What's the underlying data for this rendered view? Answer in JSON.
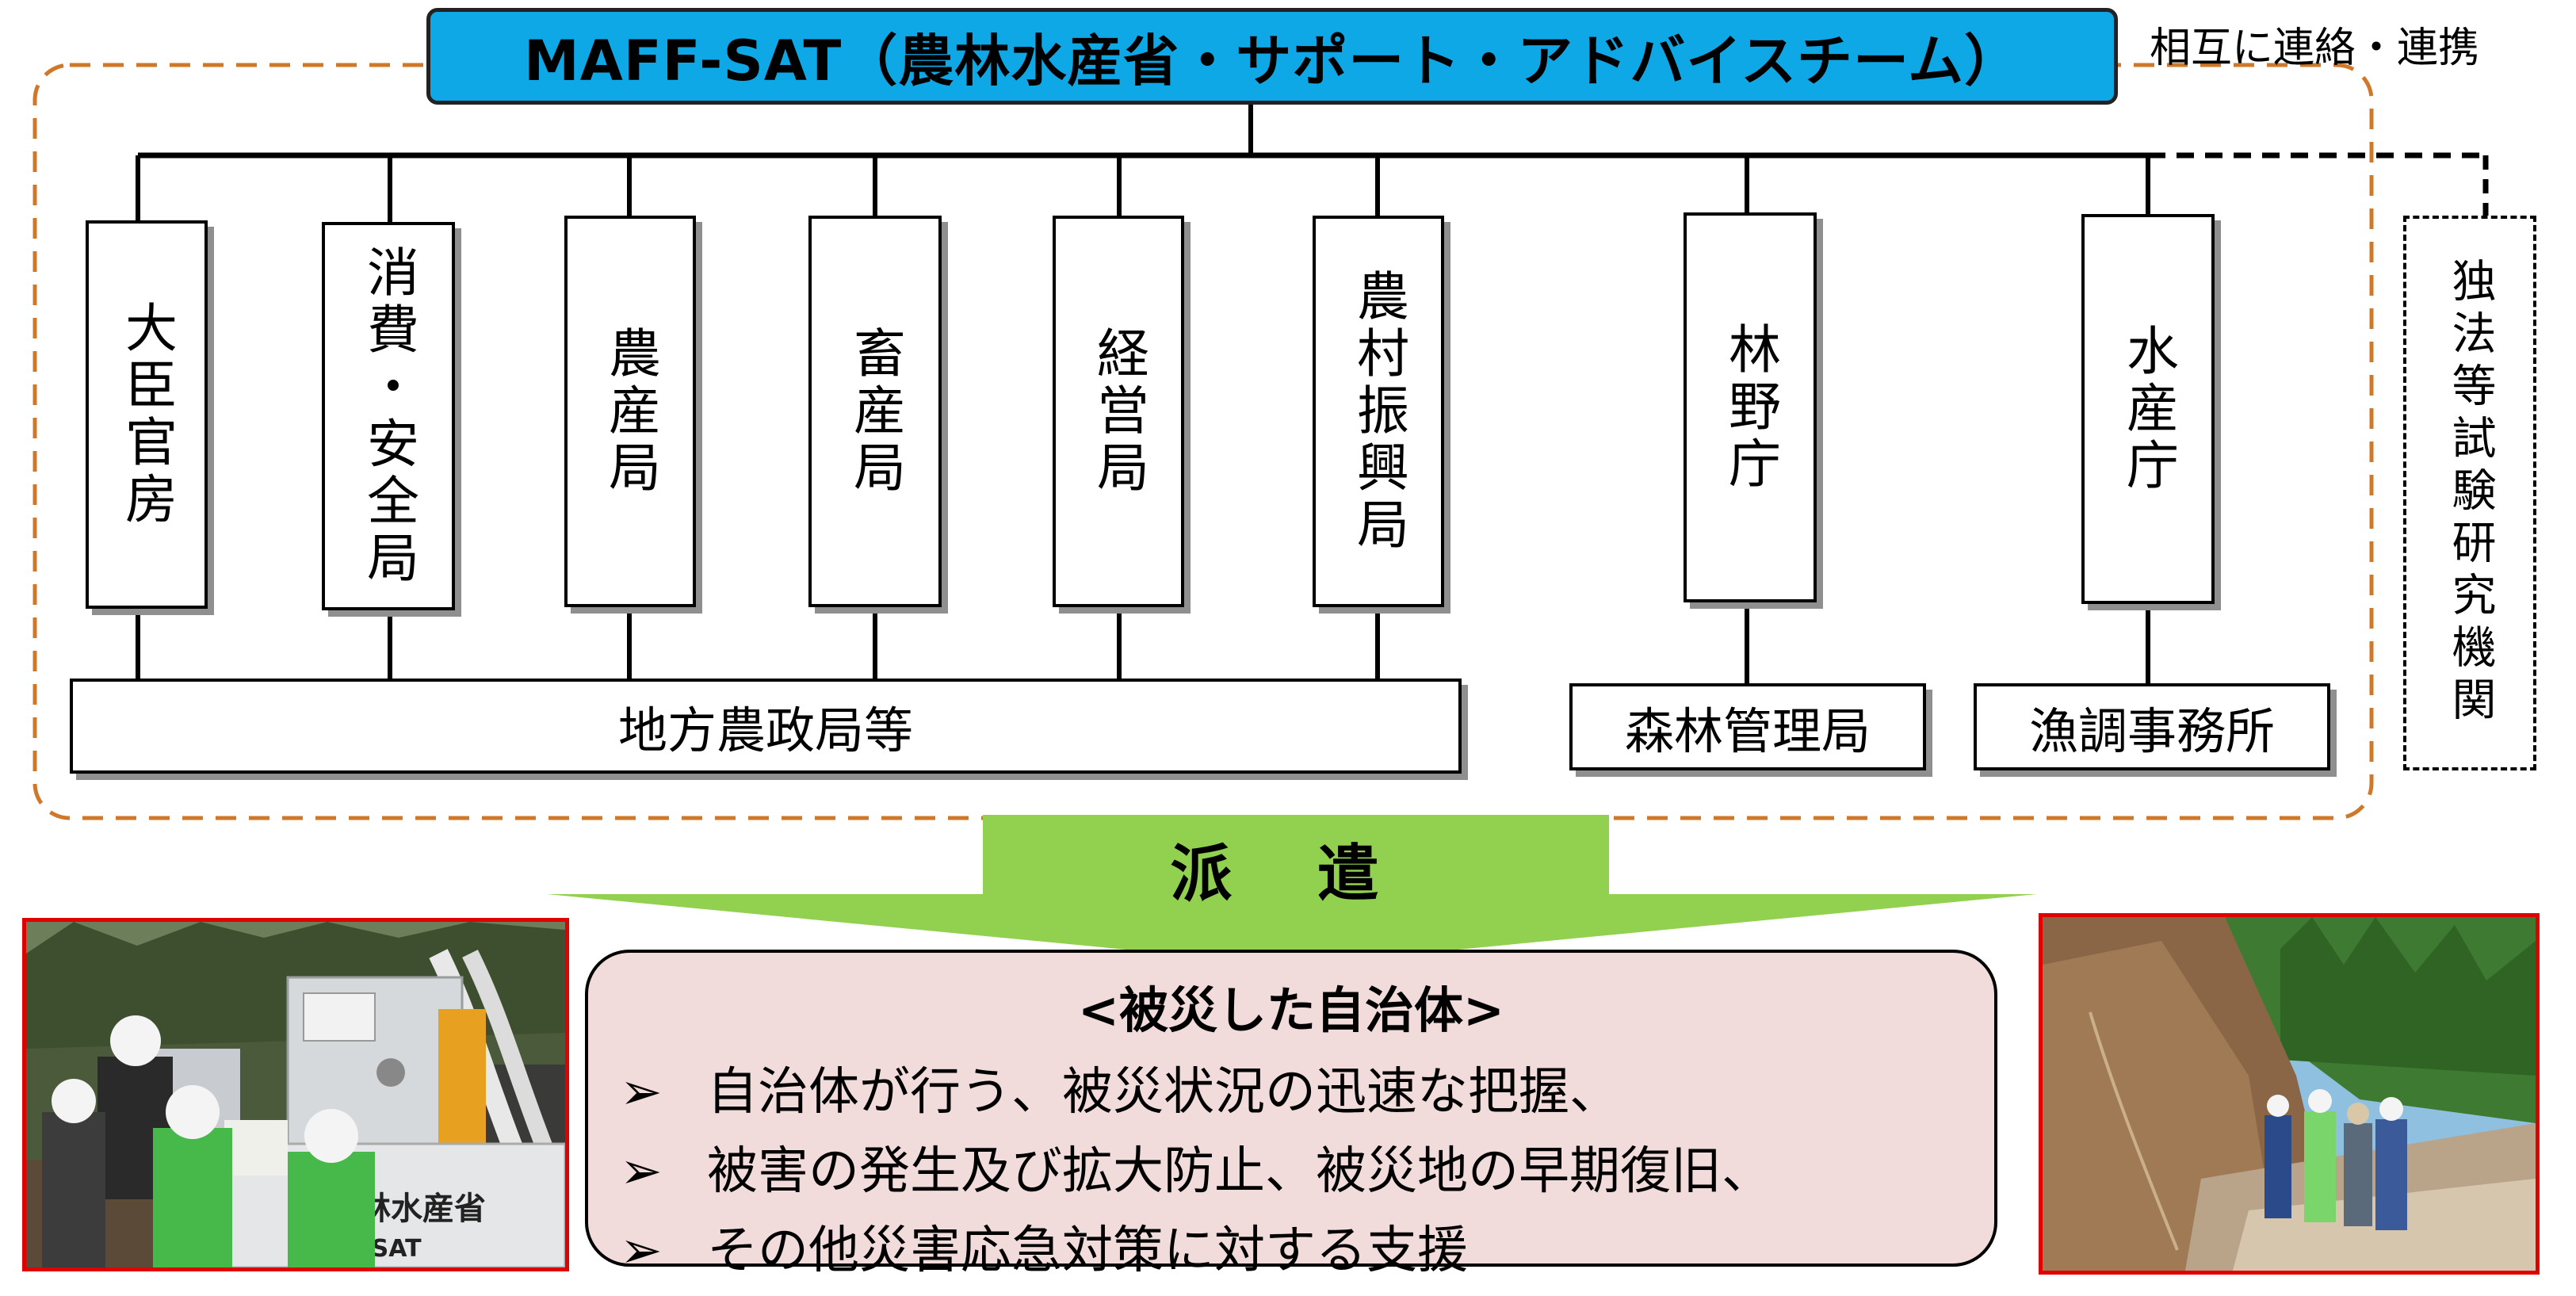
{
  "title": "MAFF-SAT（農林水産省・サポート・アドバイスチーム）",
  "liaison_label": "相互に連絡・連携",
  "bureaus": [
    {
      "label": "大臣官房"
    },
    {
      "label": "消費・安全局"
    },
    {
      "label": "農産局"
    },
    {
      "label": "畜産局"
    },
    {
      "label": "経営局"
    },
    {
      "label": "農村振興局"
    },
    {
      "label": "林野庁"
    },
    {
      "label": "水産庁"
    }
  ],
  "regional_office": "地方農政局等",
  "forest_office": "森林管理局",
  "fishery_office": "漁調事務所",
  "independent_institutes": "独法等試験研究機関",
  "dispatch_label": "派 遣",
  "support": {
    "title": "<被災した自治体>",
    "bullet": "➢",
    "items": [
      "自治体が行う、被災状況の迅速な把握、",
      "被害の発生及び拡大防止、被災地の早期復旧、",
      "その他災害応急対策に対する支援"
    ]
  },
  "photo_left": {
    "truck_text": "農林水産省",
    "truck_subtext": "MAFF-SAT"
  },
  "colors": {
    "title_bg": "#0fa8e6",
    "dashed_border": "#d0782a",
    "arrow": "#92d050",
    "support_bg": "#f2dcdb",
    "photo_border": "#e00000"
  }
}
